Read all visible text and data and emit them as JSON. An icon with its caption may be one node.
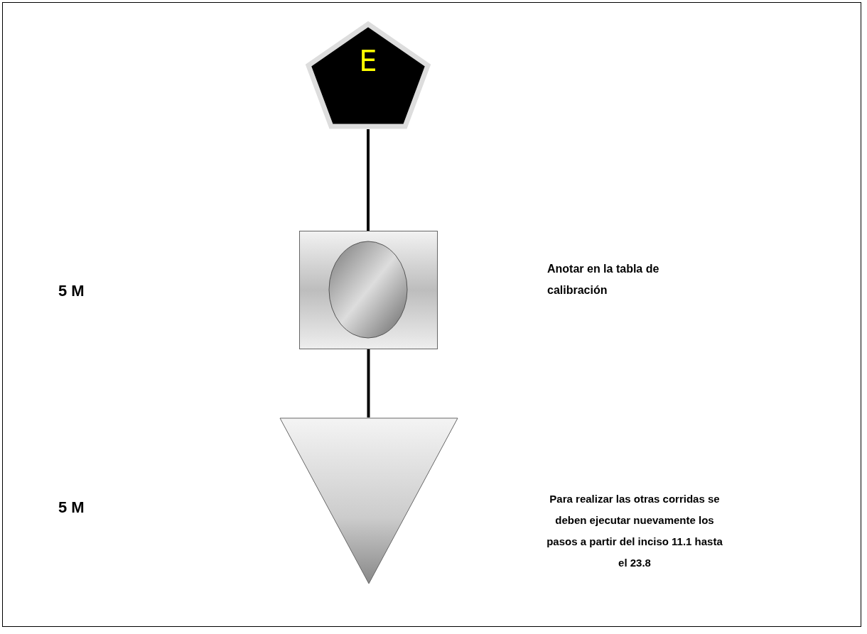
{
  "diagram": {
    "nodes": [
      {
        "text": [
          "E"
        ]
      },
      {
        "text": [],
        "shape": "box"
      },
      {
        "text": [],
        "shape": "triangle"
      }
    ],
    "labels": [
      "5 M",
      "Anotar en la tabla de calibración",
      "5 M",
      "Para realizar las otras corridas se deben ejecutar nuevamente los pasos a partir del inciso 11.1 hasta el 23.8"
    ],
    "edges": [
      {
        "from": 0,
        "to": 1,
        "arrow": "none"
      },
      {
        "from": 1,
        "to": 2,
        "arrow": "none"
      }
    ]
  }
}
